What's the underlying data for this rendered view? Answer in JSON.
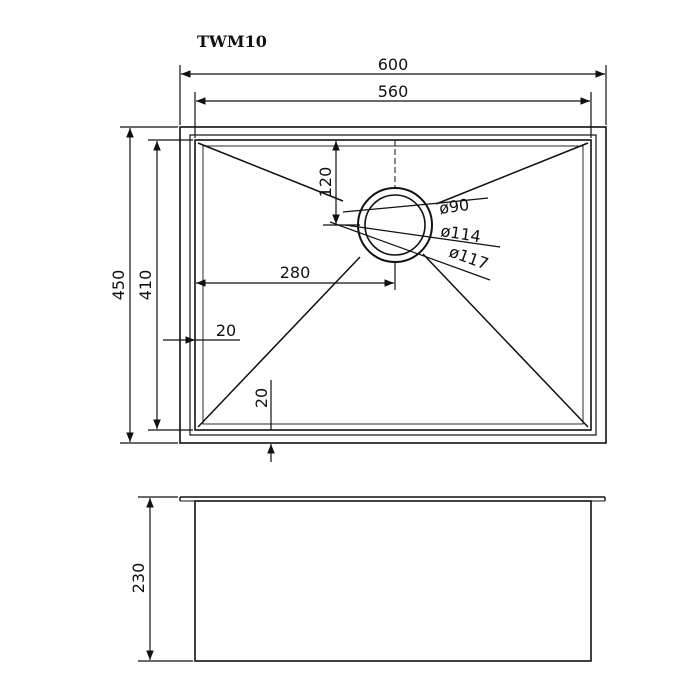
{
  "model_label": "TWM10",
  "dimensions": {
    "outer_width": "600",
    "inner_width": "560",
    "outer_height": "450",
    "inner_height": "410",
    "drain_offset_top": "120",
    "drain_offset_left": "280",
    "rim_side": "20",
    "rim_bottom": "20",
    "drain_d1": "ø90",
    "drain_d2": "ø114",
    "drain_d3": "ø117",
    "depth": "230"
  }
}
